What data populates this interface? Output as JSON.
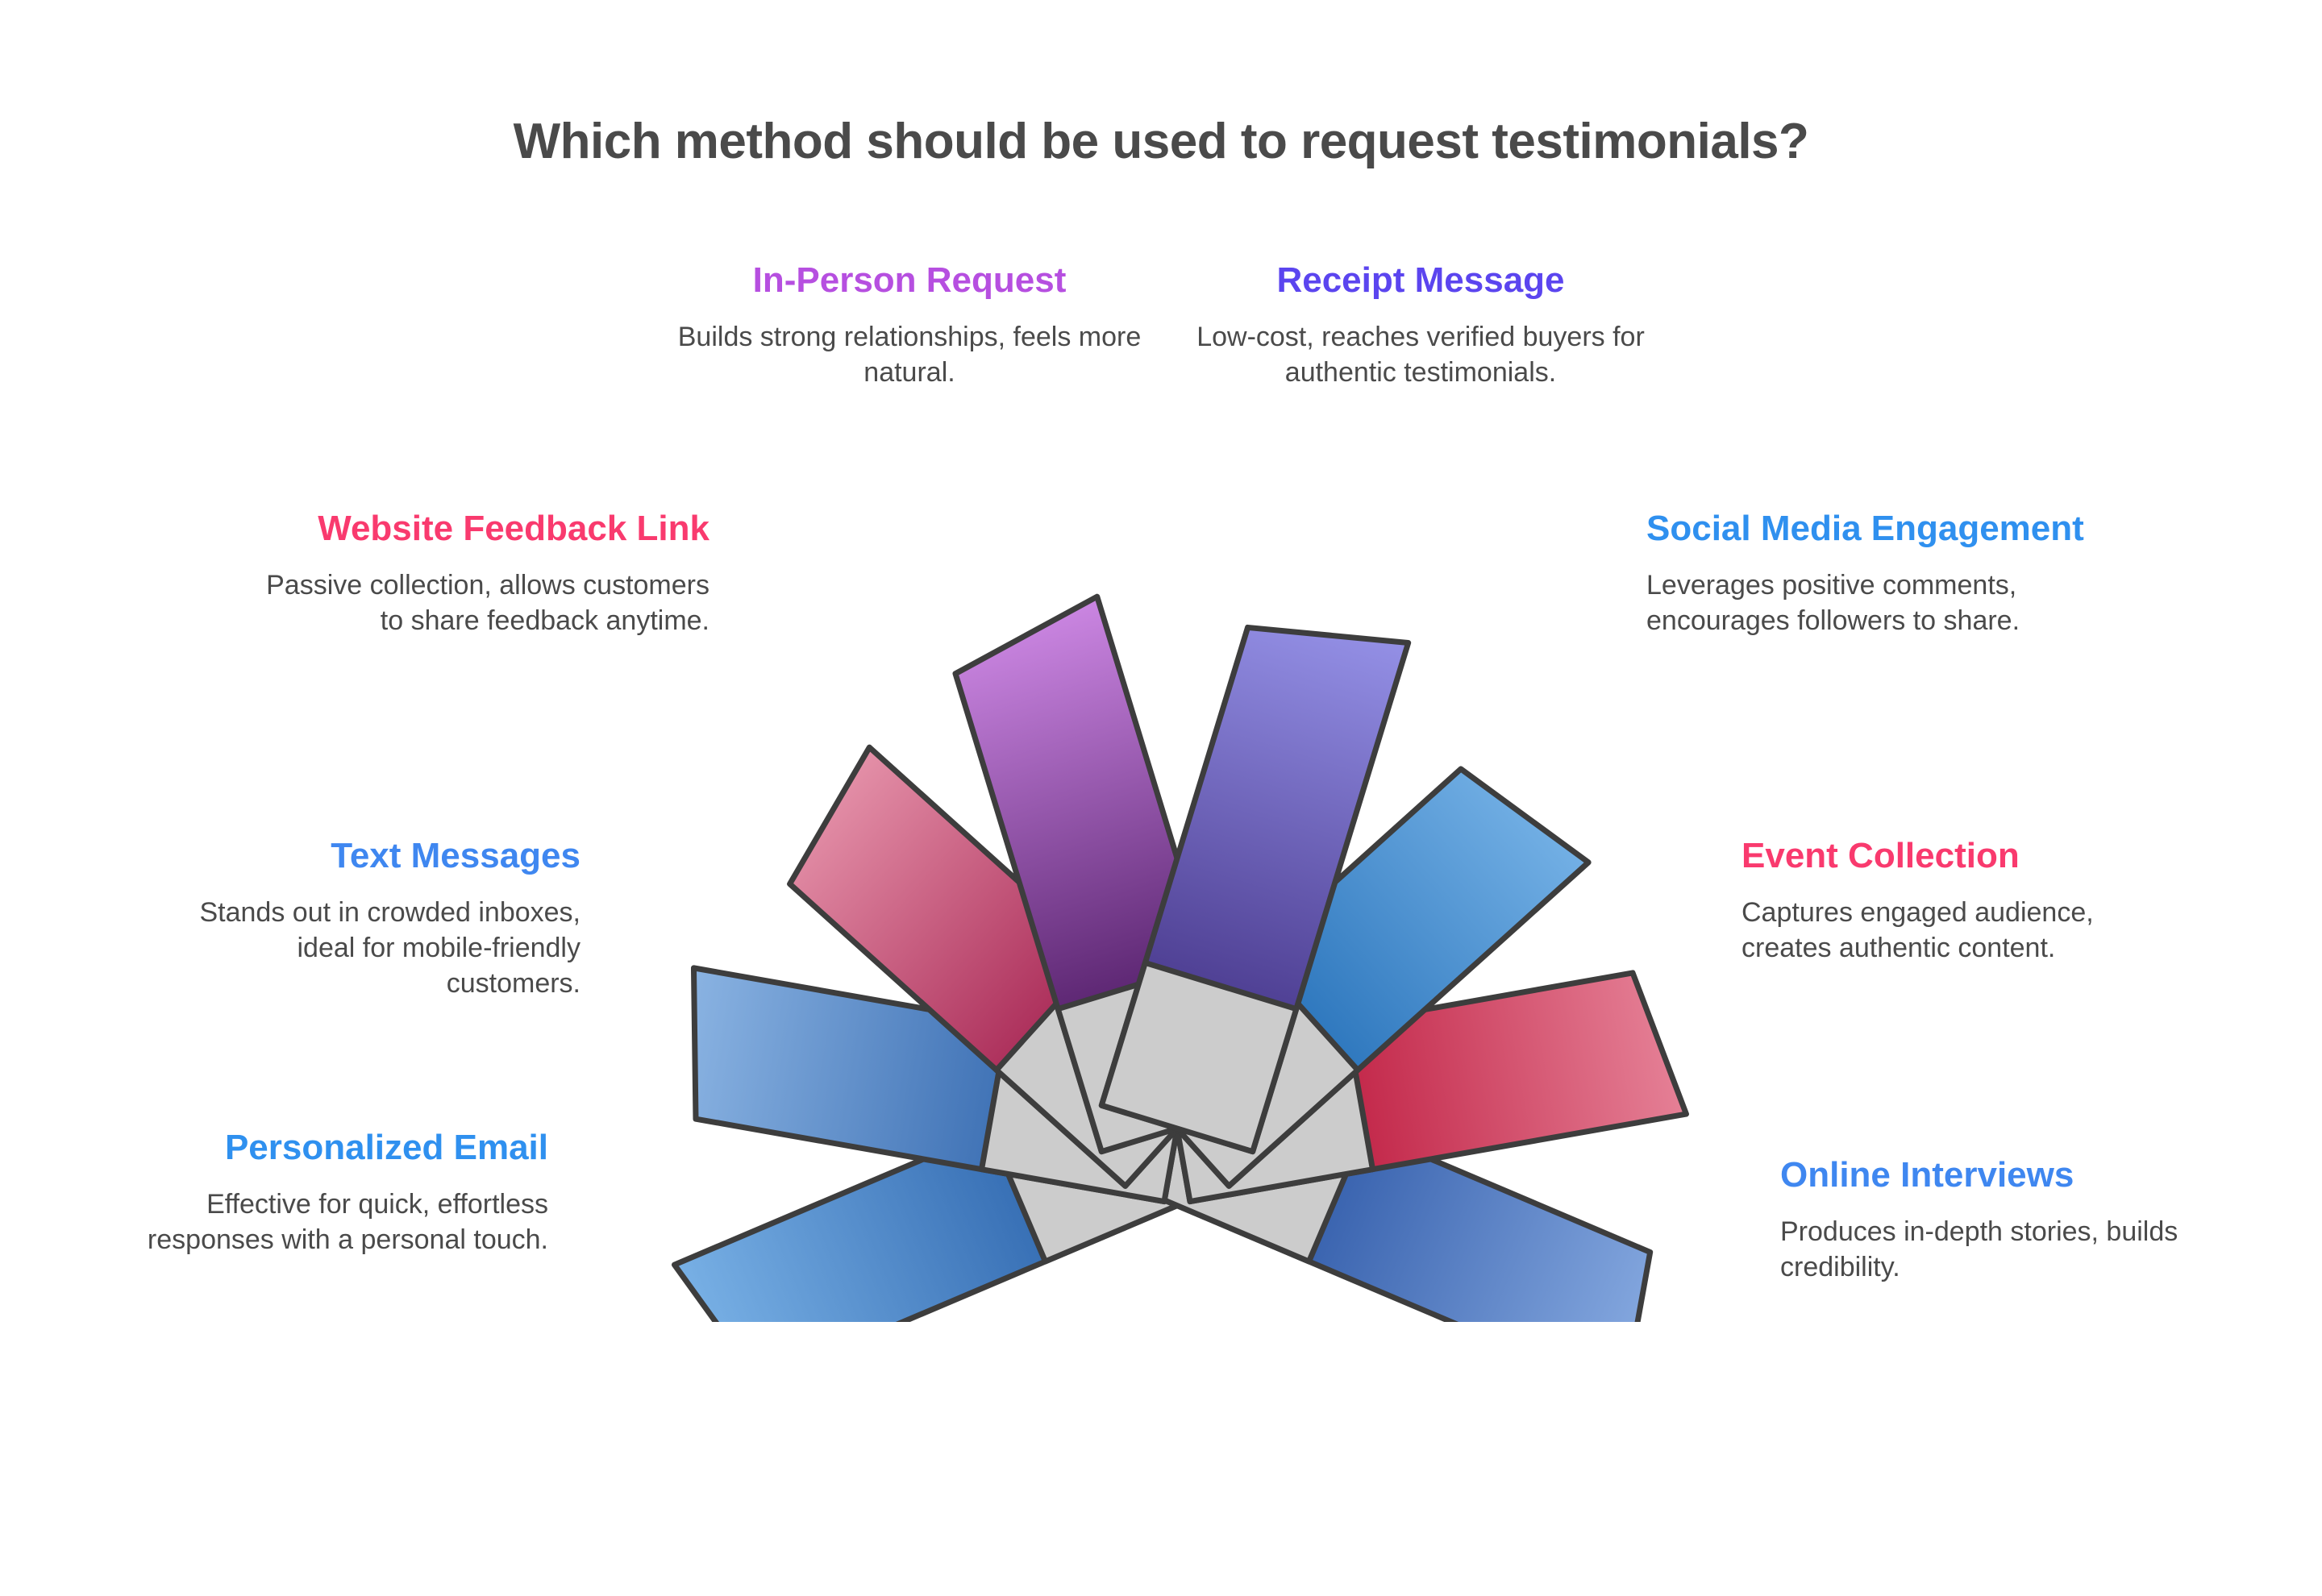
{
  "page": {
    "title": "Which method should be used to request testimonials?",
    "title_color": "#4a4a4a",
    "background": "#ffffff"
  },
  "methods": [
    {
      "id": "in-person-request",
      "title": "In-Person Request",
      "description": "Builds strong relationships, feels more natural.",
      "title_color": "#b64fe0",
      "petal_tip_color": "#c77ae0",
      "petal_base_color": "#55206b",
      "align": "center"
    },
    {
      "id": "receipt-message",
      "title": "Receipt Message",
      "description": "Low-cost, reaches verified buyers for authentic testimonials.",
      "title_color": "#5b45ef",
      "petal_tip_color": "#8b88e2",
      "petal_base_color": "#4a3a8e",
      "align": "center"
    },
    {
      "id": "website-feedback-link",
      "title": "Website Feedback Link",
      "description": "Passive collection, allows customers to share feedback anytime.",
      "title_color": "#f93a6e",
      "petal_tip_color": "#e086a0",
      "petal_base_color": "#a01a4a",
      "align": "right"
    },
    {
      "id": "social-media-engagement",
      "title": "Social Media Engagement",
      "description": "Leverages positive comments, encourages followers to share.",
      "title_color": "#2f90ef",
      "petal_tip_color": "#6aa9e0",
      "petal_base_color": "#1f6bb5",
      "align": "left"
    },
    {
      "id": "text-messages",
      "title": "Text Messages",
      "description": "Stands out in crowded inboxes, ideal for mobile-friendly customers.",
      "title_color": "#3f87f0",
      "petal_tip_color": "#7fabdd",
      "petal_base_color": "#2e63ab",
      "align": "right"
    },
    {
      "id": "event-collection",
      "title": "Event Collection",
      "description": "Captures engaged audience, creates authentic content.",
      "title_color": "#f93a6e",
      "petal_tip_color": "#e0768f",
      "petal_base_color": "#bb1338",
      "align": "left"
    },
    {
      "id": "personalized-email",
      "title": "Personalized Email",
      "description": "Effective for quick, effortless responses with a personal touch.",
      "title_color": "#2f90ef",
      "petal_tip_color": "#6aa9e0",
      "petal_base_color": "#2a62ab",
      "align": "right"
    },
    {
      "id": "online-interviews",
      "title": "Online Interviews",
      "description": "Produces in-depth stories, builds credibility.",
      "title_color": "#3f87f0",
      "petal_tip_color": "#7d9fdd",
      "petal_base_color": "#2a55a5",
      "align": "left"
    }
  ],
  "graphic": {
    "name": "pinwheel-petal-diagram",
    "petal_count": 8,
    "center_fill": "#cccccc",
    "outline_color": "#3d3d3d",
    "outline_width": 6
  }
}
